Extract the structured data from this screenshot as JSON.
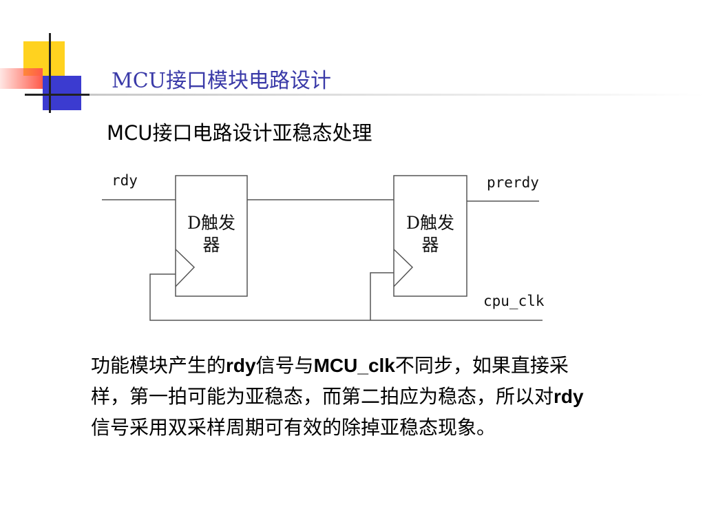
{
  "slide": {
    "title": "MCU接口模块电路设计",
    "subtitle": "MCU接口电路设计亚稳态处理"
  },
  "circuit": {
    "signals": {
      "input": "rdy",
      "output": "prerdy",
      "clock": "cpu_clk"
    },
    "flipflops": [
      {
        "label_line1": "D触发",
        "label_line2": "器"
      },
      {
        "label_line1": "D触发",
        "label_line2": "器"
      }
    ]
  },
  "body": {
    "seg1": "功能模块产生的",
    "seg2": "rdy",
    "seg3": "信号与",
    "seg4": "MCU_clk",
    "seg5": "不同步，如果直接采样，第一拍可能为亚稳态，而第二拍应为稳态，所以对",
    "seg6": "rdy",
    "seg7": "信号采用双采样周期可有效的除掉亚稳态现象。"
  },
  "colors": {
    "title": "#3a3aa8",
    "accent_yellow": "#ffd21f",
    "accent_red": "#ff5a4a",
    "accent_blue": "#3b3bd0"
  }
}
